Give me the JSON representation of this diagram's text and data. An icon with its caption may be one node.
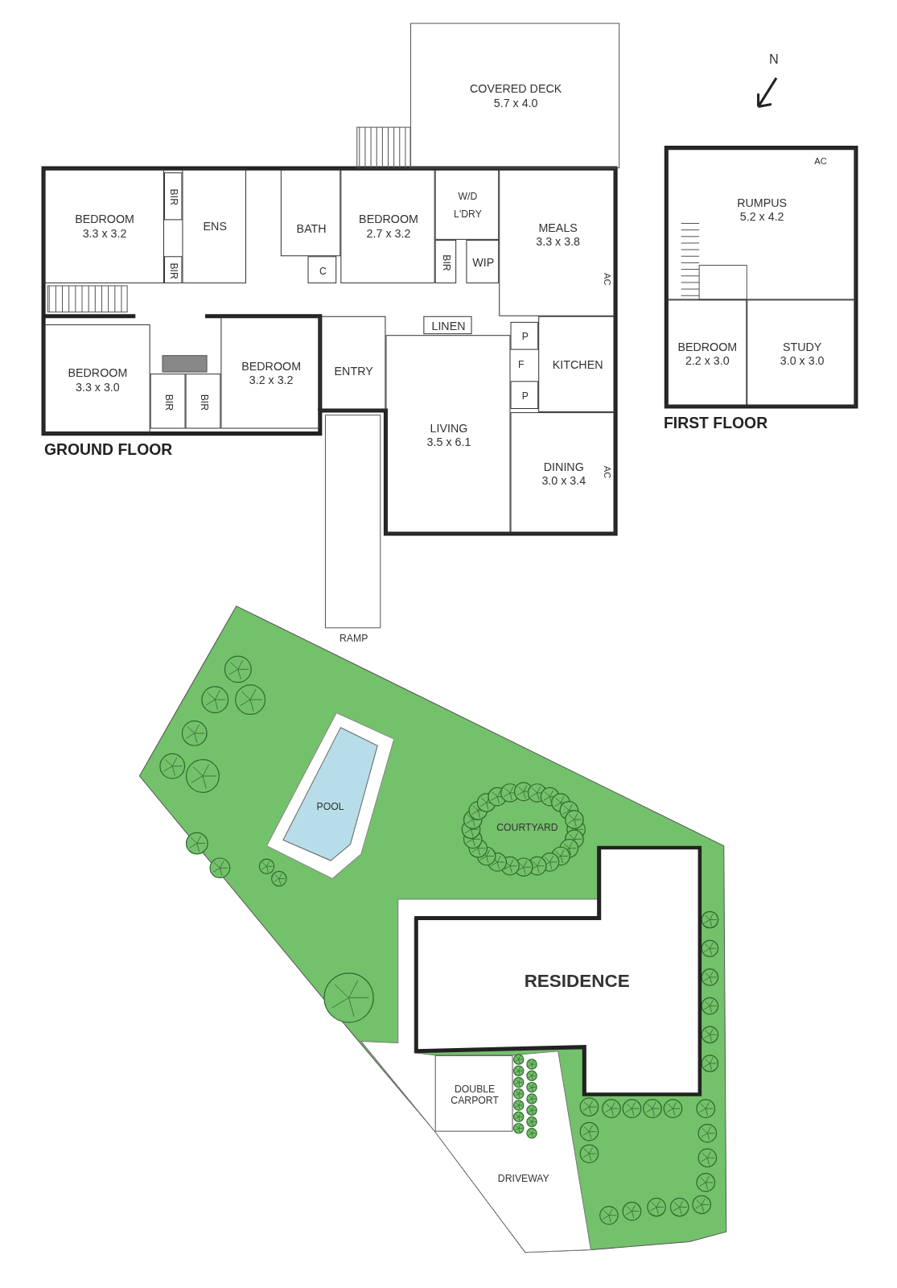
{
  "diagram": {
    "nodes": [
      {
        "text": [
          "COVERED DECK",
          "5.7 x 4.0"
        ]
      },
      {
        "text": [
          "BEDROOM",
          "3.3 x 3.2"
        ]
      },
      {
        "text": [
          "ENS"
        ]
      },
      {
        "text": [
          "BIR"
        ]
      },
      {
        "text": [
          "BIR"
        ]
      },
      {
        "text": [
          "BATH"
        ]
      },
      {
        "text": [
          "C"
        ]
      },
      {
        "text": [
          "BEDROOM",
          "2.7 x 3.2"
        ]
      },
      {
        "text": [
          "W/D",
          "L'DRY"
        ]
      },
      {
        "text": [
          "BIR"
        ]
      },
      {
        "text": [
          "WIP"
        ]
      },
      {
        "text": [
          "MEALS",
          "3.3 x 3.8"
        ]
      },
      {
        "text": [
          "BEDROOM",
          "3.3 x 3.0"
        ]
      },
      {
        "text": [
          "BIR"
        ]
      },
      {
        "text": [
          "BIR"
        ]
      },
      {
        "text": [
          "BEDROOM",
          "3.2 x 3.2"
        ]
      },
      {
        "text": [
          "ENTRY"
        ]
      },
      {
        "text": [
          "LINEN"
        ]
      },
      {
        "text": [
          "LIVING",
          "3.5 x 6.1"
        ]
      },
      {
        "text": [
          "P"
        ]
      },
      {
        "text": [
          "P"
        ]
      },
      {
        "text": [
          "KITCHEN"
        ]
      },
      {
        "text": [
          "DINING",
          "3.0 x 3.4"
        ]
      },
      {
        "text": [
          "RAMP"
        ]
      },
      {
        "text": [
          "RUMPUS",
          "5.2 x 4.2"
        ]
      },
      {
        "text": [
          "BEDROOM",
          "2.2 x 3.0"
        ]
      },
      {
        "text": [
          "STUDY",
          "3.0 x 3.0"
        ]
      },
      {
        "text": [
          "POOL"
        ]
      },
      {
        "text": [
          "COURTYARD"
        ]
      },
      {
        "text": [
          "RESIDENCE"
        ]
      },
      {
        "text": [
          "DOUBLE CARPORT"
        ]
      }
    ],
    "labels": [
      "N",
      "AC",
      "AC",
      "F",
      "FIRST FLOOR",
      "GROUND FLOOR",
      "AC",
      "DRIVEWAY"
    ]
  }
}
